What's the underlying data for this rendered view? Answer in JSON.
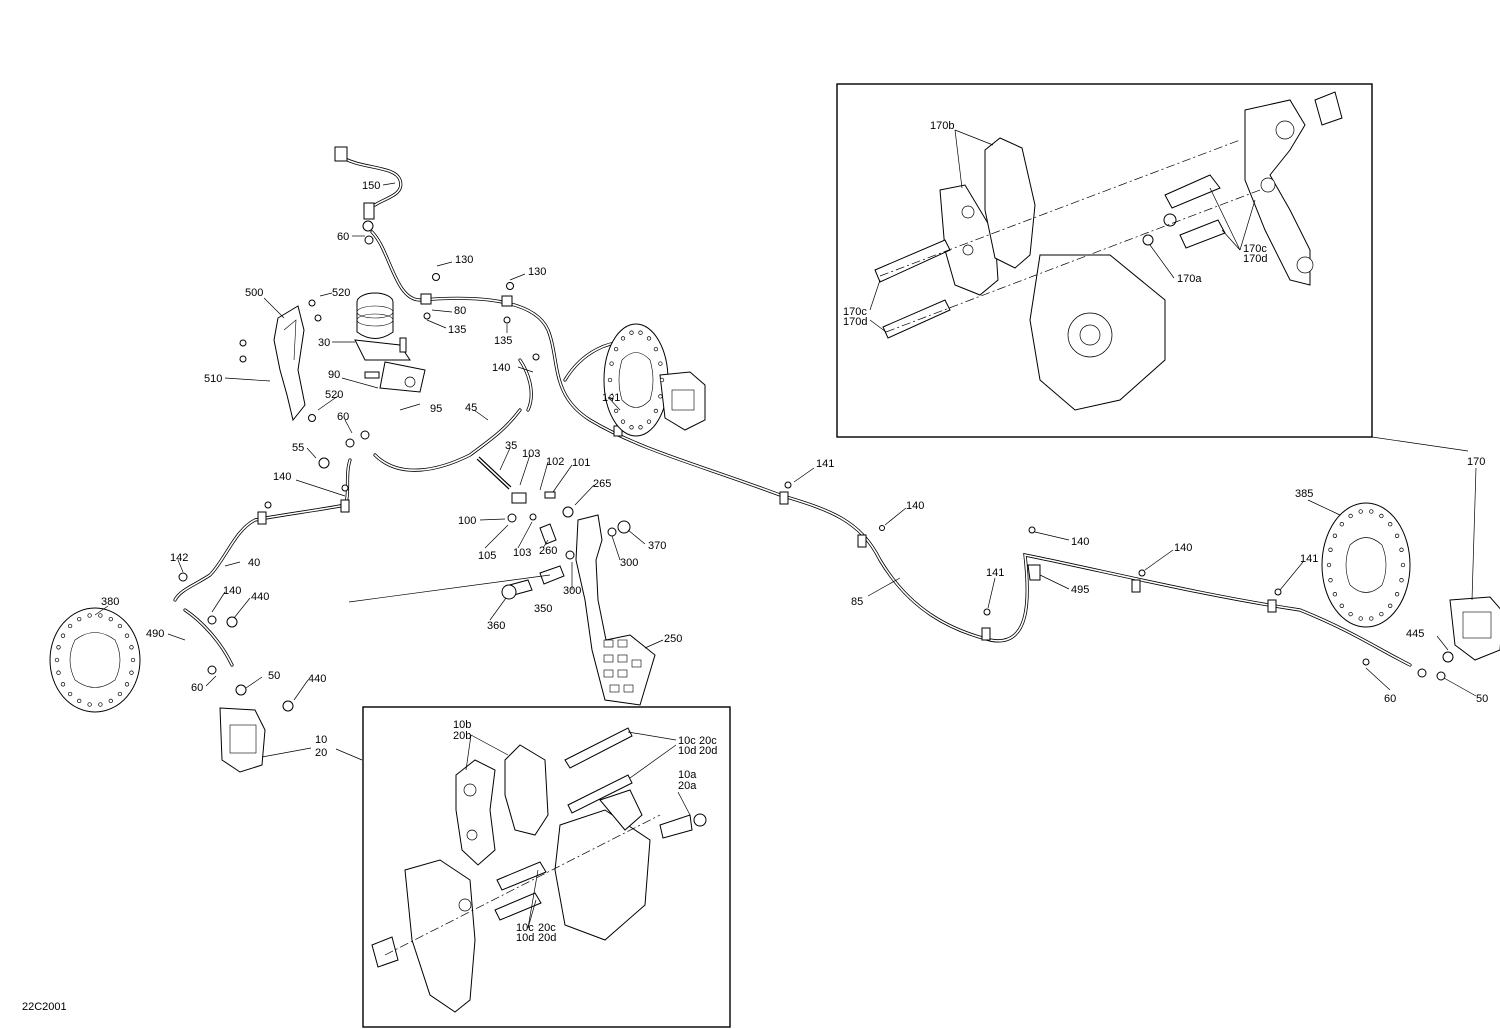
{
  "diagram_code": "22C2001",
  "icons": {
    "front_left_disc": "brake-disc-icon",
    "rear_disc": "brake-disc-icon",
    "center_disc": "brake-disc-icon",
    "pedal": "brake-pedal-icon",
    "master_cylinder": "master-cylinder-icon",
    "caliper": "brake-caliper-icon"
  },
  "callouts": [
    {
      "id": "c150",
      "text": "150"
    },
    {
      "id": "c60a",
      "text": "60"
    },
    {
      "id": "c130a",
      "text": "130"
    },
    {
      "id": "c130b",
      "text": "130"
    },
    {
      "id": "c80",
      "text": "80"
    },
    {
      "id": "c135a",
      "text": "135"
    },
    {
      "id": "c135b",
      "text": "135"
    },
    {
      "id": "c500",
      "text": "500"
    },
    {
      "id": "c520a",
      "text": "520"
    },
    {
      "id": "c30",
      "text": "30"
    },
    {
      "id": "c510",
      "text": "510"
    },
    {
      "id": "c90",
      "text": "90"
    },
    {
      "id": "c95",
      "text": "95"
    },
    {
      "id": "c520b",
      "text": "520"
    },
    {
      "id": "c140a",
      "text": "140"
    },
    {
      "id": "c141a",
      "text": "141"
    },
    {
      "id": "c45",
      "text": "45"
    },
    {
      "id": "c60b",
      "text": "60"
    },
    {
      "id": "c55",
      "text": "55"
    },
    {
      "id": "c35",
      "text": "35"
    },
    {
      "id": "c103a",
      "text": "103"
    },
    {
      "id": "c102",
      "text": "102"
    },
    {
      "id": "c101",
      "text": "101"
    },
    {
      "id": "c265",
      "text": "265"
    },
    {
      "id": "c140b",
      "text": "140"
    },
    {
      "id": "c100",
      "text": "100"
    },
    {
      "id": "c105",
      "text": "105"
    },
    {
      "id": "c103b",
      "text": "103"
    },
    {
      "id": "c260",
      "text": "260"
    },
    {
      "id": "c370",
      "text": "370"
    },
    {
      "id": "c300a",
      "text": "300"
    },
    {
      "id": "c300b",
      "text": "300"
    },
    {
      "id": "c142",
      "text": "142"
    },
    {
      "id": "c40",
      "text": "40"
    },
    {
      "id": "c140c",
      "text": "140"
    },
    {
      "id": "c440a",
      "text": "440"
    },
    {
      "id": "c380",
      "text": "380"
    },
    {
      "id": "c490",
      "text": "490"
    },
    {
      "id": "c50a",
      "text": "50"
    },
    {
      "id": "c60c",
      "text": "60"
    },
    {
      "id": "c440b",
      "text": "440"
    },
    {
      "id": "c350",
      "text": "350"
    },
    {
      "id": "c360",
      "text": "360"
    },
    {
      "id": "c250",
      "text": "250"
    },
    {
      "id": "c10",
      "text": "10"
    },
    {
      "id": "c20",
      "text": "20"
    },
    {
      "id": "c141b",
      "text": "141"
    },
    {
      "id": "c140d",
      "text": "140"
    },
    {
      "id": "c85",
      "text": "85"
    },
    {
      "id": "c140e",
      "text": "140"
    },
    {
      "id": "c141c",
      "text": "141"
    },
    {
      "id": "c495",
      "text": "495"
    },
    {
      "id": "c140f",
      "text": "140"
    },
    {
      "id": "c141d",
      "text": "141"
    },
    {
      "id": "c170",
      "text": "170"
    },
    {
      "id": "c385",
      "text": "385"
    },
    {
      "id": "c445",
      "text": "445"
    },
    {
      "id": "c60d",
      "text": "60"
    },
    {
      "id": "c50b",
      "text": "50"
    },
    {
      "id": "c170b",
      "text": "170b"
    },
    {
      "id": "c170c_a",
      "text": "170c"
    },
    {
      "id": "c170d_a",
      "text": "170d"
    },
    {
      "id": "c170a",
      "text": "170a"
    },
    {
      "id": "c170c_b",
      "text": "170c"
    },
    {
      "id": "c170d_b",
      "text": "170d"
    },
    {
      "id": "c10b",
      "text": "10b"
    },
    {
      "id": "c20b",
      "text": "20b"
    },
    {
      "id": "c10c_a",
      "text": "10c"
    },
    {
      "id": "c10d_a",
      "text": "10d"
    },
    {
      "id": "c20c_a",
      "text": "20c"
    },
    {
      "id": "c20d_a",
      "text": "20d"
    },
    {
      "id": "c10a",
      "text": "10a"
    },
    {
      "id": "c20a",
      "text": "20a"
    },
    {
      "id": "c10c_b",
      "text": "10c"
    },
    {
      "id": "c10d_b",
      "text": "10d"
    },
    {
      "id": "c20c_b",
      "text": "20c"
    },
    {
      "id": "c20d_b",
      "text": "20d"
    }
  ]
}
